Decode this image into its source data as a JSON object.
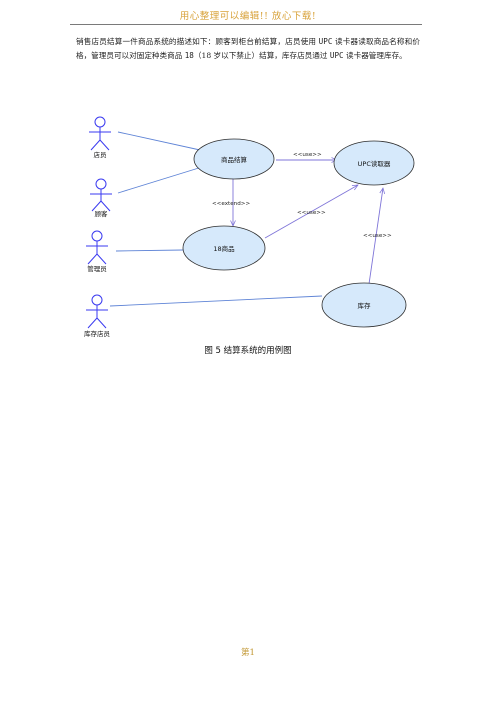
{
  "header": {
    "title": "用心整理可以编辑!! 放心下载!"
  },
  "paragraph": {
    "p1": "销售店员结算一件商品系统的描述如下：顾客到柜台前结算，店员使用",
    "p2": "UPC",
    "p3": "读卡器读取商品名称和价格，管理员可以对固定种类商品",
    "p4": "18",
    "p5": "（18 岁以下禁止）结算，库存店员通过",
    "p6": "UPC",
    "p7": "读卡器管理库存。"
  },
  "diagram": {
    "actors": [
      {
        "id": "clerk",
        "label": "店员"
      },
      {
        "id": "customer",
        "label": "顾客"
      },
      {
        "id": "admin",
        "label": "管理员"
      },
      {
        "id": "stock_clerk",
        "label": "库存店员"
      }
    ],
    "use_cases": [
      {
        "id": "checkout",
        "label": "商品结算"
      },
      {
        "id": "upc_reader",
        "label": "UPC读取器"
      },
      {
        "id": "item18",
        "label": "18商品"
      },
      {
        "id": "inventory",
        "label": "库存"
      }
    ],
    "relations": [
      {
        "label": "<<use>>"
      },
      {
        "label": "<<extend>>"
      },
      {
        "label": "<<use>>"
      },
      {
        "label": "<<use>>"
      }
    ],
    "caption": "图 5  结算系统的用例图"
  },
  "colors": {
    "actor_stroke": "#3a3af0",
    "usecase_fill": "#d6e9fb",
    "usecase_stroke": "#2d2d2d",
    "association": "#5f84d6",
    "dependency": "#7f75d8",
    "header_text": "#d8a23a",
    "footer_text": "#c0952f"
  },
  "footer": {
    "page": "第1"
  }
}
